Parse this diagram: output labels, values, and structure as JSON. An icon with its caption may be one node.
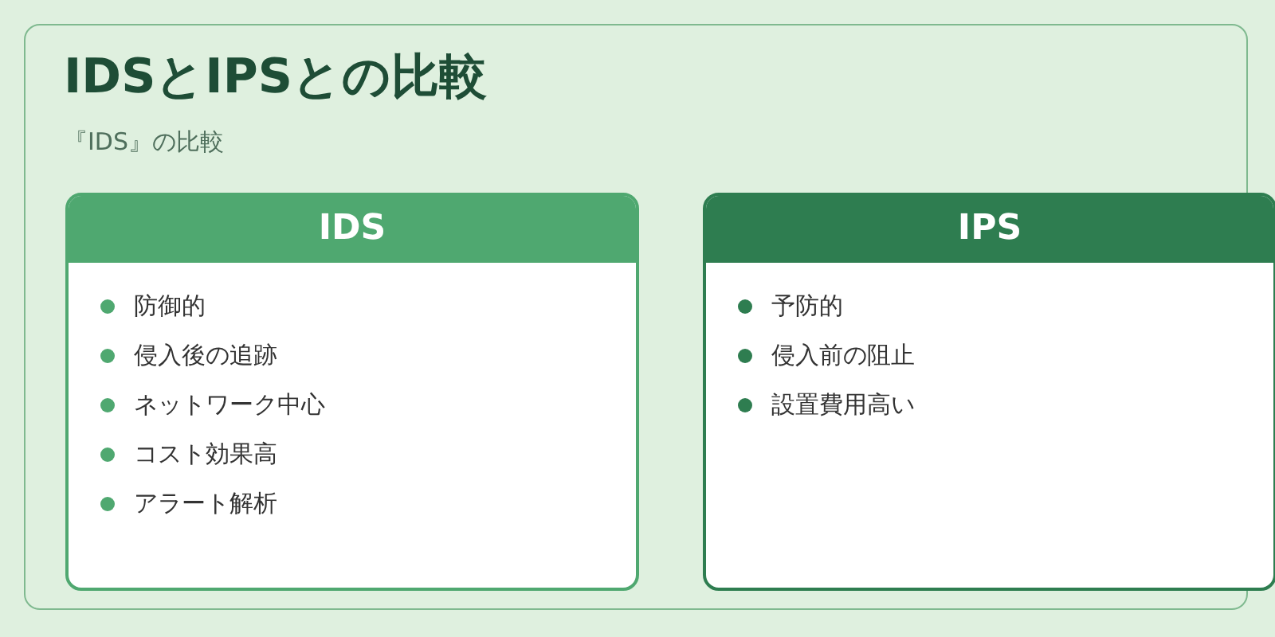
{
  "diagram": {
    "nodes": [
      {
        "text": [
          "IDSとIPSとの比較",
          "『IDS』の比較"
        ]
      },
      {
        "text": [
          "IDS",
          "防御的",
          "侵入後の追跡",
          "ネットワーク中心",
          "コスト効果高",
          "アラート解析"
        ],
        "in": 0
      },
      {
        "text": [
          "IPS",
          "予防的",
          "侵入前の阻止",
          "設置費用高い"
        ],
        "in": 0
      }
    ]
  }
}
